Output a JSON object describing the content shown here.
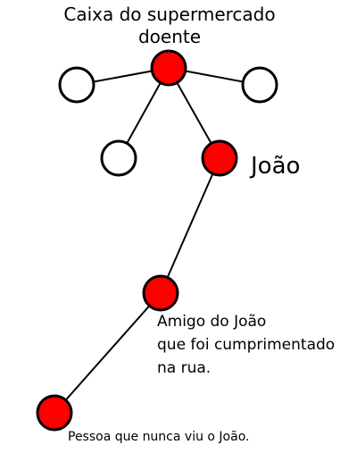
{
  "diagram": {
    "title_lines": [
      "Caixa do supermercado",
      "doente"
    ],
    "labels": {
      "joao": "João",
      "amigo_lines": [
        "Amigo do João",
        "que foi cumprimentado",
        "na rua."
      ],
      "pessoa": "Pessoa que nunca viu o João."
    },
    "colors": {
      "infected_fill": "#ff0000",
      "healthy_fill": "#ffffff",
      "stroke": "#000000"
    },
    "nodes": [
      {
        "id": "cashier",
        "infected": true
      },
      {
        "id": "left-contact",
        "infected": false
      },
      {
        "id": "right-contact",
        "infected": false
      },
      {
        "id": "lower-left-contact",
        "infected": false
      },
      {
        "id": "joao",
        "infected": true
      },
      {
        "id": "friend",
        "infected": true
      },
      {
        "id": "stranger",
        "infected": true
      }
    ],
    "edges": [
      [
        "cashier",
        "left-contact"
      ],
      [
        "cashier",
        "right-contact"
      ],
      [
        "cashier",
        "lower-left-contact"
      ],
      [
        "cashier",
        "joao"
      ],
      [
        "joao",
        "friend"
      ],
      [
        "friend",
        "stranger"
      ]
    ]
  }
}
